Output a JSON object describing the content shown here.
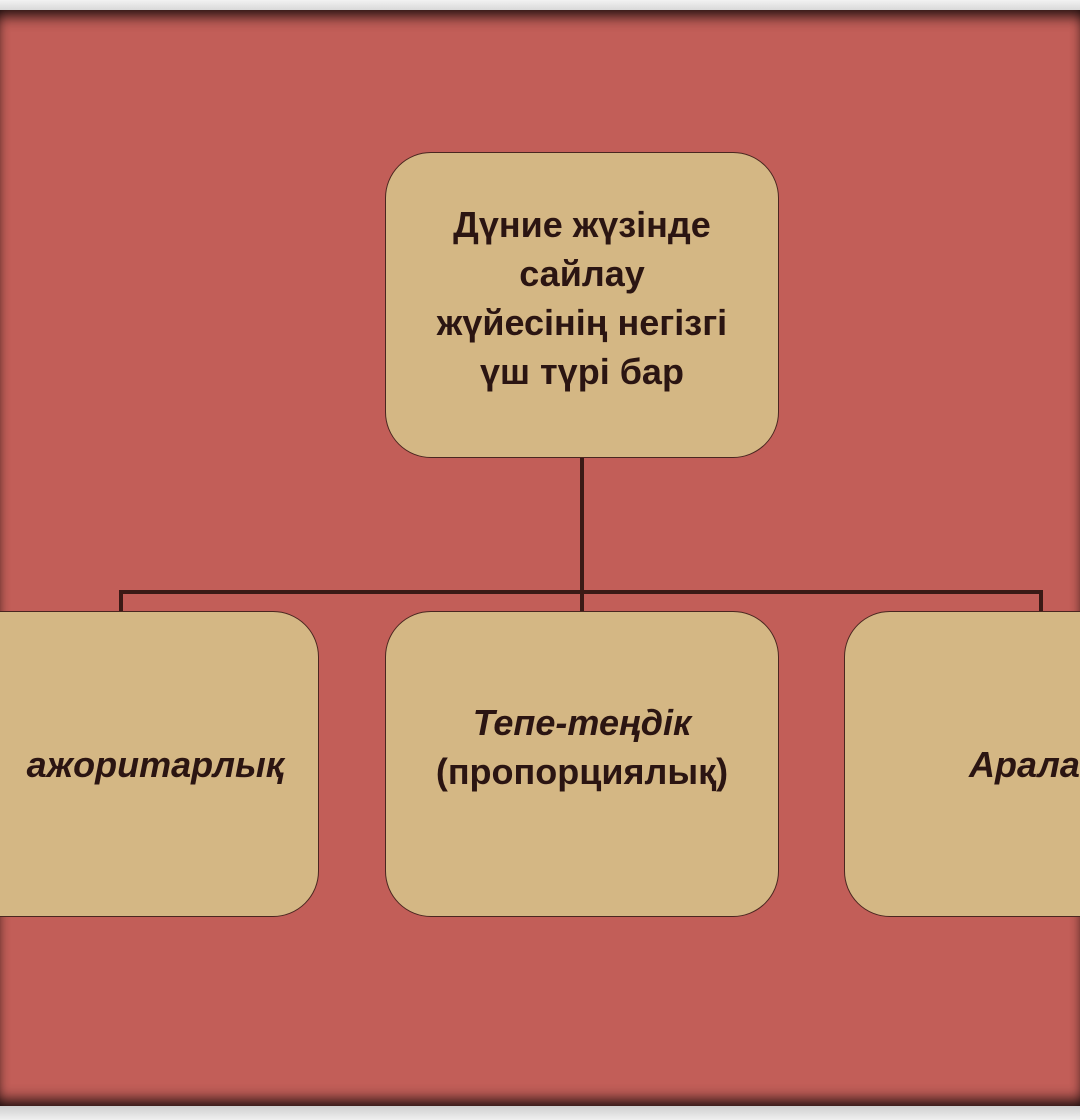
{
  "diagram": {
    "root": {
      "lines": [
        "Дүние жүзінде",
        "сайлау",
        "жүйесінің негізгі",
        "үш түрі бар"
      ]
    },
    "children": [
      {
        "label": "ажоритарлық"
      },
      {
        "label": "Тепе-теңдік",
        "sublabel": "(пропорциялық)"
      },
      {
        "label": "Арала"
      }
    ]
  },
  "colors": {
    "background": "#c25e58",
    "box_fill": "#d4b784",
    "box_border": "#4a2620",
    "connector": "#3a1a16",
    "text": "#2b1512"
  }
}
